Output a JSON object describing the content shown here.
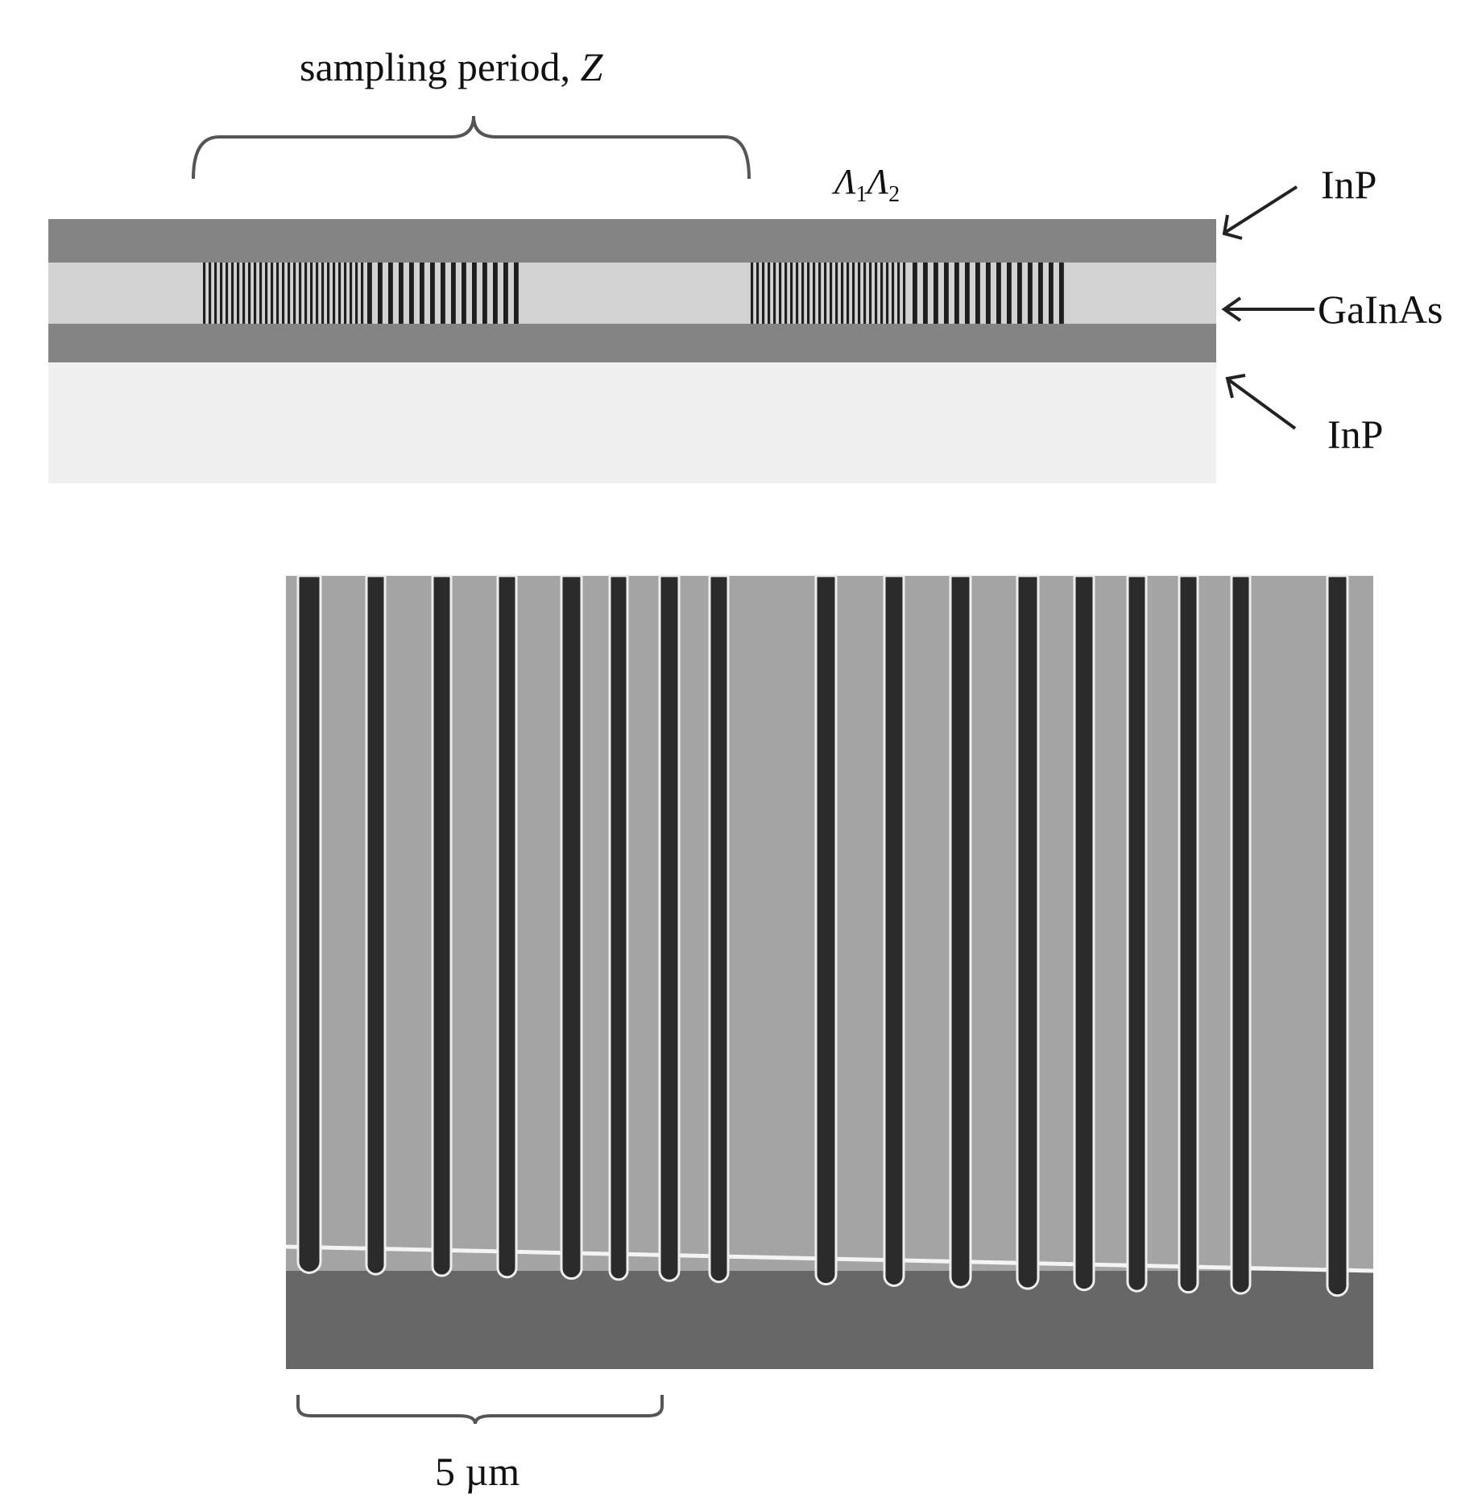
{
  "schematic": {
    "sampling_label_text": "sampling period, ",
    "sampling_label_var": "Z",
    "lambda_symbol": "Λ",
    "lambda1_sub": "1",
    "lambda2_sub": "2",
    "top_layer_label": "InP",
    "core_layer_label": "GaInAs",
    "substrate_label": "InP"
  },
  "micrograph": {
    "scale_bar_label": "5 µm"
  },
  "colors": {
    "inp_dark": "#848484",
    "core_light": "#d2d2d2",
    "substrate": "#f0f0f0",
    "sem_background": "#a4a4a4",
    "sem_groove": "#2b2b2b",
    "sem_base": "#676767"
  }
}
